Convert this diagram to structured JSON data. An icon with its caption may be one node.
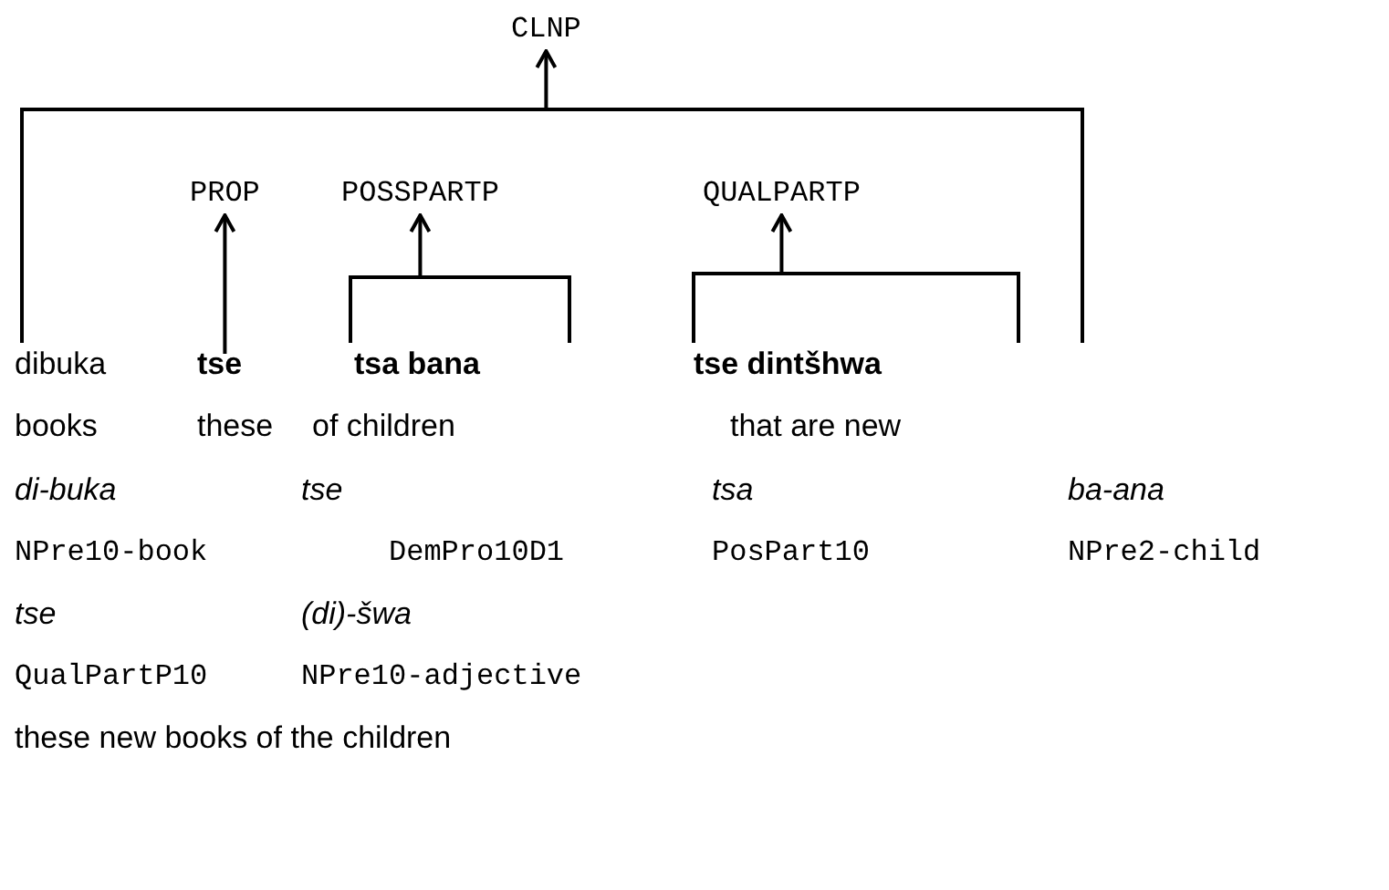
{
  "diagram": {
    "nodes": [
      {
        "text": [
          "CLNP"
        ]
      },
      {
        "text": [
          "PROP"
        ]
      },
      {
        "text": [
          "POSSPARTP"
        ]
      },
      {
        "text": [
          "QUALPARTP"
        ]
      },
      {
        "text": [
          "dibuka"
        ]
      },
      {
        "text": [
          "tse"
        ]
      },
      {
        "text": [
          "tsa bana"
        ]
      },
      {
        "text": [
          "tse dintšhwa"
        ]
      }
    ],
    "edges": [
      {
        "from": 4,
        "to": 0,
        "arrow": "to"
      },
      {
        "from": 5,
        "to": 1,
        "arrow": "to"
      },
      {
        "from": 6,
        "to": 2,
        "arrow": "to"
      },
      {
        "from": 7,
        "to": 3,
        "arrow": "to"
      }
    ],
    "labels": [
      "books",
      "these",
      "of children",
      "that are new",
      "di-buka",
      "tse",
      "tsa",
      "ba-ana",
      "NPre10-book",
      "DemPro10D1",
      "PosPart10",
      "NPre2-child",
      "tse",
      "(di)-šwa",
      "QualPartP10",
      "NPre10-adjective",
      "these new books of the children"
    ]
  }
}
